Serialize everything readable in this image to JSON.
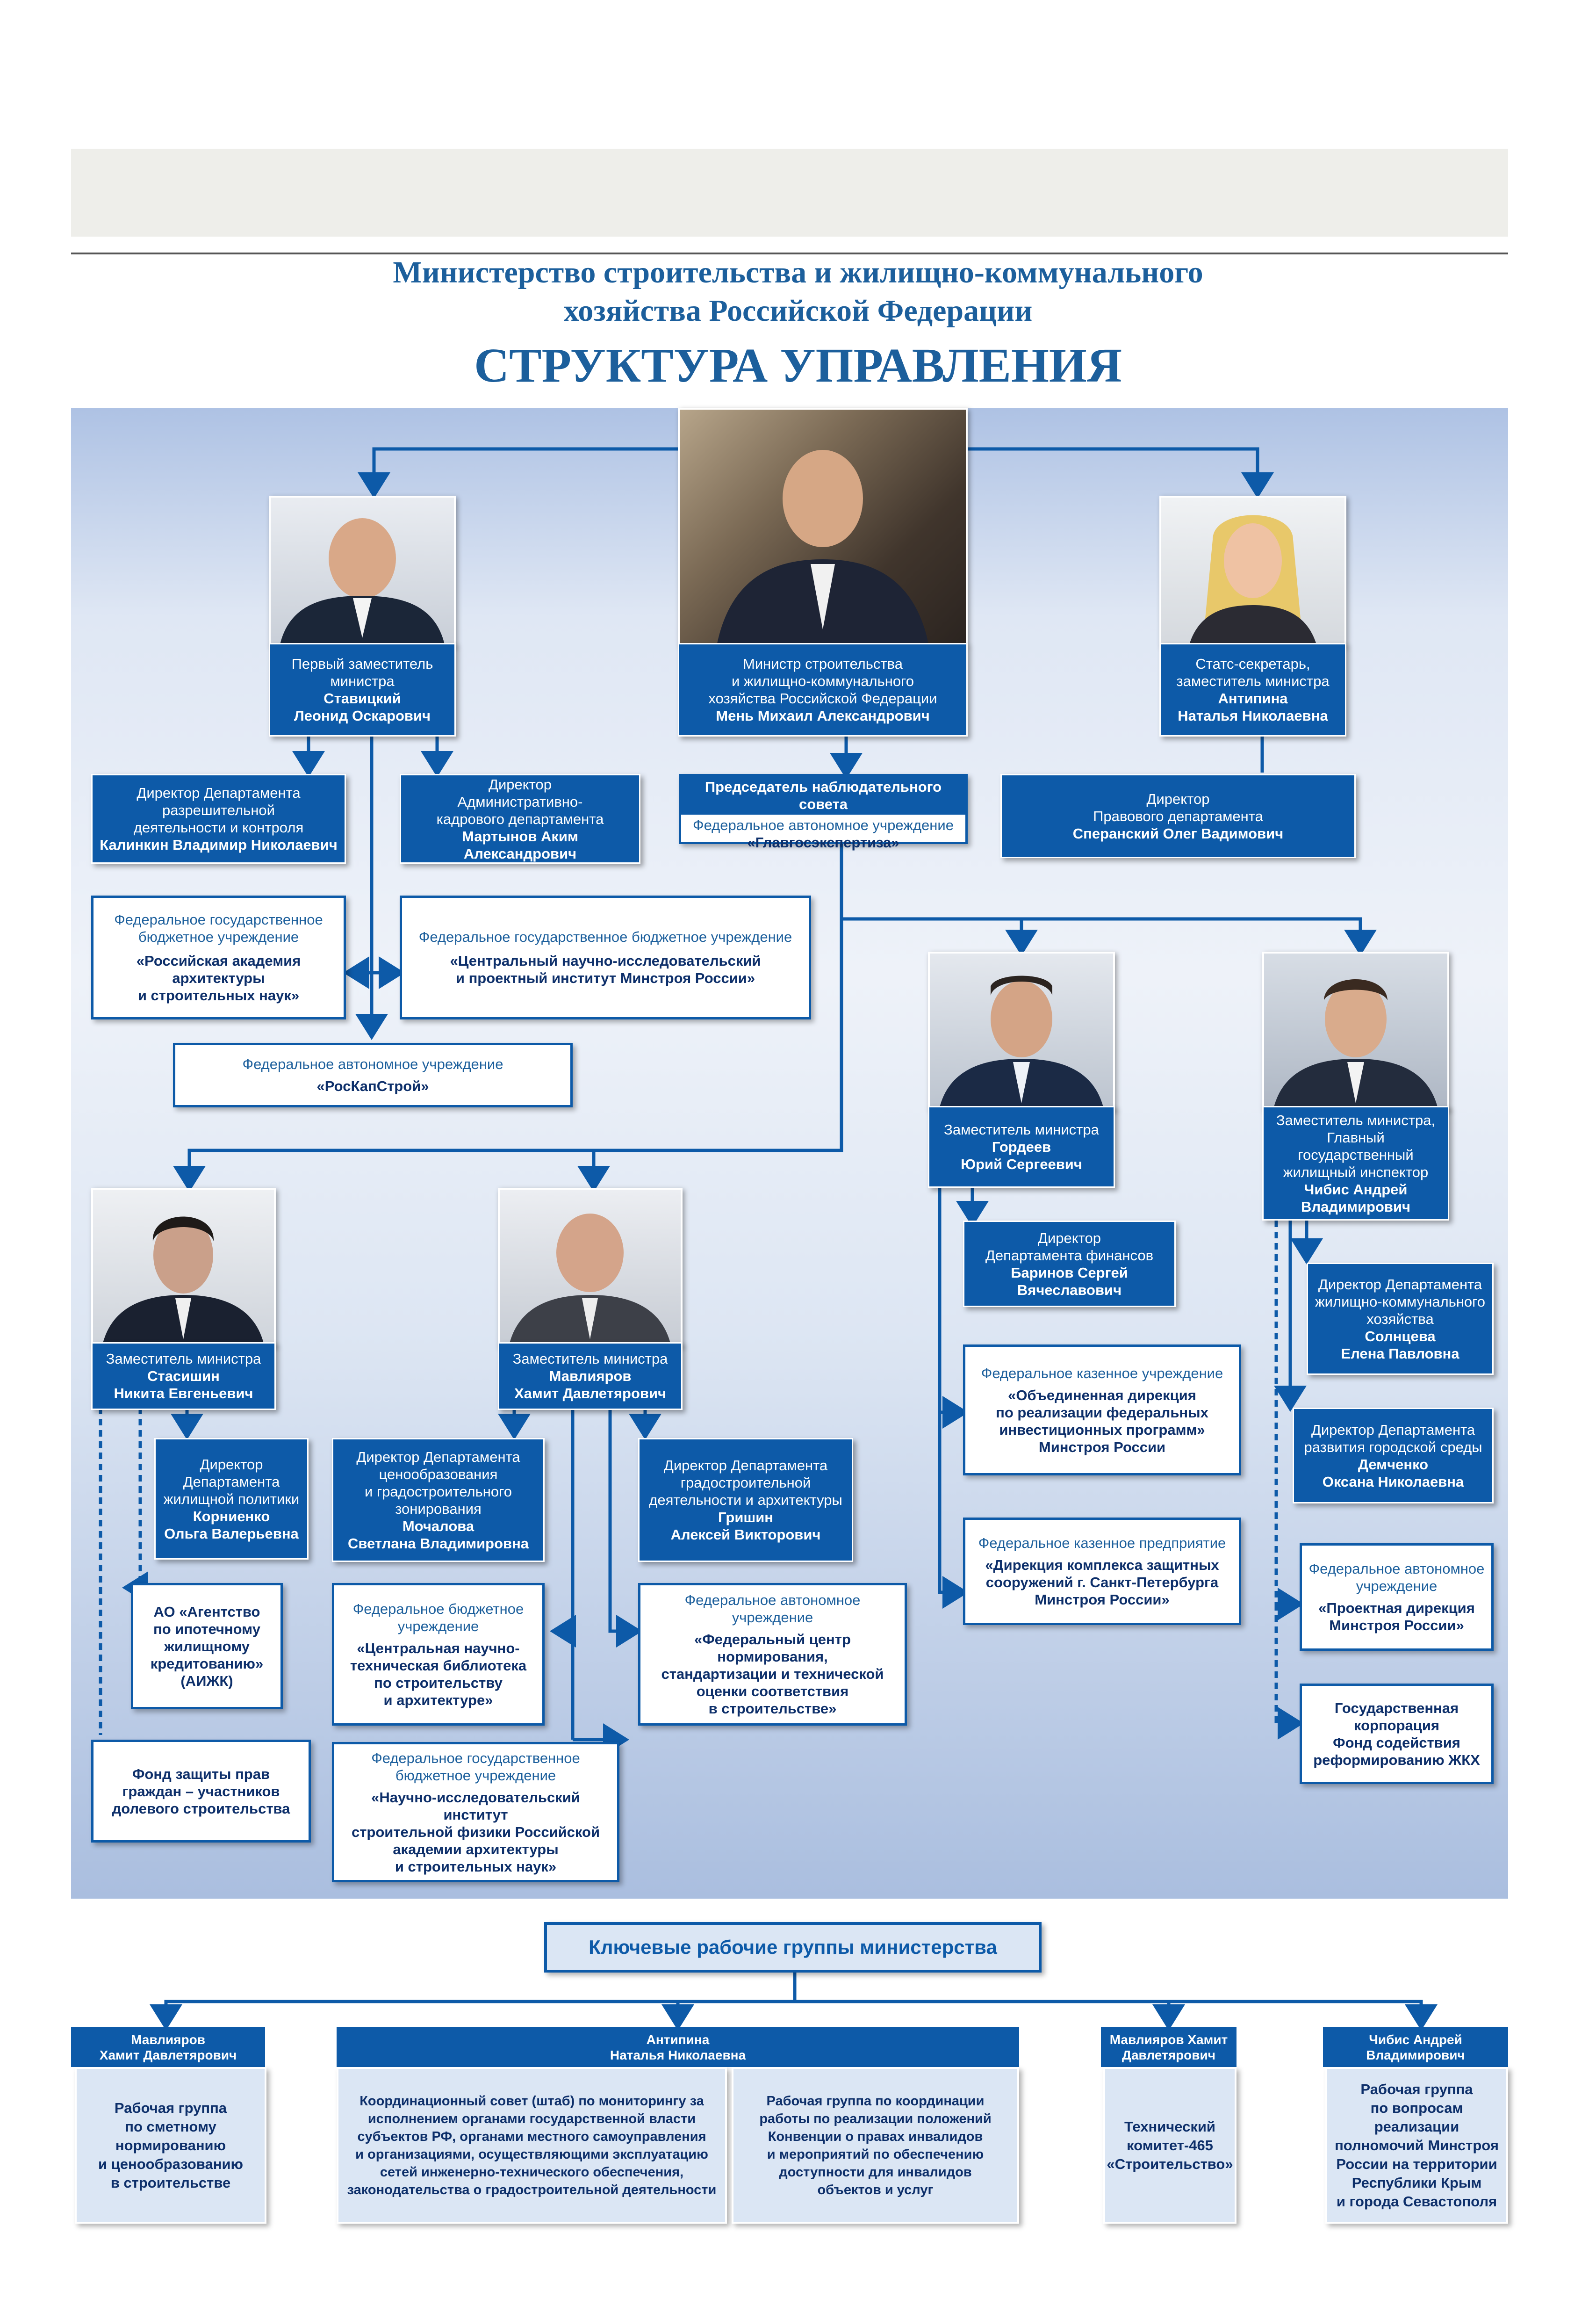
{
  "header": {
    "ministry": "Министерство строительства и жилищно-коммунального\nхозяйства Российской Федерации",
    "title": "СТРУКТУРА УПРАВЛЕНИЯ"
  },
  "minister": {
    "role": "Министр строительства\nи жилищно-коммунального\nхозяйства Российской Федерации",
    "name": "Мень Михаил Александрович"
  },
  "first_deputy": {
    "role": "Первый заместитель\nминистра",
    "name": "Ставицкий\nЛеонид Оскарович"
  },
  "state_secretary": {
    "role": "Статс-секретарь,\nзаместитель министра",
    "name": "Антипина\nНаталья Николаевна"
  },
  "boxes": {
    "dep_permit": {
      "role": "Директор Департамента\nразрешительной\nдеятельности и контроля",
      "name": "Калинкин Владимир Николаевич"
    },
    "dep_admin": {
      "role": "Директор\nАдминистративно-\nкадрового департамента",
      "name": "Мартынов Аким Александрович"
    },
    "glavgos": {
      "head": "Председатель наблюдательного совета",
      "role": "Федеральное автономное учреждение",
      "name": "«Главгосэкспертиза»"
    },
    "dep_legal": {
      "role": "Директор\nПравового департамента",
      "name": "Сперанский Олег Вадимович"
    },
    "raasn": {
      "role": "Федеральное государственное\nбюджетное учреждение",
      "name": "«Российская академия\nархитектуры\nи строительных наук»"
    },
    "tsniip": {
      "role": "Федеральное государственное бюджетное учреждение",
      "name": "«Центральный научно-исследовательский\nи проектный институт Минстроя России»"
    },
    "roskapstroy": {
      "role": "Федеральное автономное учреждение",
      "name": "«РосКапСтрой»"
    },
    "dep_finance": {
      "role": "Директор\nДепартамента финансов",
      "name": "Баринов Сергей\nВячеславович"
    },
    "odfip": {
      "role": "Федеральное казенное учреждение",
      "name": "«Объединенная дирекция\nпо реализации федеральных\nинвестиционных программ»\nМинстроя России"
    },
    "dkzs": {
      "role": "Федеральное казенное предприятие",
      "name": "«Дирекция комплекса защитных\nсооружений г. Санкт-Петербурга\nМинстроя России»"
    },
    "dep_housing": {
      "role": "Директор Департамента\nжилищно-коммунального\nхозяйства",
      "name": "Солнцева\nЕлена Павловна"
    },
    "dep_urban": {
      "role": "Директор Департамента\nразвития городской среды",
      "name": "Демченко\nОксана Николаевна"
    },
    "proj_dir": {
      "role": "Федеральное автономное\nучреждение",
      "name": "«Проектная дирекция\nМинстроя России»"
    },
    "gk_fund": {
      "name": "Государственная\nкорпорация\nФонд содействия\nреформированию ЖКХ"
    },
    "dep_housing_policy": {
      "role": "Директор\nДепартамента\nжилищной политики",
      "name": "Корниенко\nОльга Валерьевна"
    },
    "aizhk": {
      "name": "АО «Агентство\nпо ипотечному\nжилищному\nкредитованию»\n(АИЖК)"
    },
    "fund_shareholders": {
      "name": "Фонд защиты прав\nграждан – участников\nдолевого строительства"
    },
    "dep_pricing": {
      "role": "Директор Департамента\nценообразования\nи градостроительного\nзонирования",
      "name": "Мочалова\nСветлана Владимировна"
    },
    "dep_urban_arch": {
      "role": "Директор Департамента\nградостроительной\nдеятельности и архитектуры",
      "name": "Гришин\nАлексей Викторович"
    },
    "library": {
      "role": "Федеральное бюджетное\nучреждение",
      "name": "«Центральная научно-\nтехническая библиотека\nпо строительству\nи архитектуре»"
    },
    "fcs": {
      "role": "Федеральное автономное\nучреждение",
      "name": "«Федеральный центр нормирования,\nстандартизации и технической\nоценки соответствия\nв строительстве»"
    },
    "niisf": {
      "role": "Федеральное государственное\nбюджетное учреждение",
      "name": "«Научно-исследовательский институт\nстроительной физики Российской\nакадемии архитектуры\nи строительных наук»"
    }
  },
  "deputies": {
    "gordeev": {
      "role": "Заместитель министра",
      "name": "Гордеев\nЮрий Сергеевич"
    },
    "chibis": {
      "role": "Заместитель министра,\nГлавный государственный\nжилищный инспектор",
      "name": "Чибис Андрей\nВладимирович"
    },
    "stasishin": {
      "role": "Заместитель министра",
      "name": "Стасишин\nНикита  Евгеньевич"
    },
    "mavliyarov": {
      "role": "Заместитель министра",
      "name": "Мавлияров\nХамит Давлетярович"
    }
  },
  "working_groups": {
    "title": "Ключевые рабочие группы министерства",
    "groups": [
      {
        "head": "Мавлияров\nХамит Давлетярович",
        "items": [
          "Рабочая группа\nпо сметному\nнормированию\nи ценообразованию\nв строительстве"
        ]
      },
      {
        "head": "Антипина\nНаталья Николаевна",
        "items": [
          "Координационный совет (штаб) по мониторингу за\nисполнением органами государственной власти\nсубъектов РФ, органами местного самоуправления\nи организациями, осуществляющими эксплуатацию\nсетей инженерно-технического обеспечения,\nзаконодательства о градостроительной деятельности",
          "Рабочая группа по координации\nработы по реализации положений\nКонвенции о правах инвалидов\nи мероприятий по обеспечению\nдоступности для инвалидов\nобъектов и услуг"
        ]
      },
      {
        "head": "Мавлияров Хамит\nДавлетярович",
        "items": [
          "Технический\nкомитет-465\n«Строительство»"
        ]
      },
      {
        "head": "Чибис Андрей\nВладимирович",
        "items": [
          "Рабочая группа\nпо вопросам реализации\nполномочий Минстроя\nРоссии на территории\nРеспублики Крым\nи города Севастополя"
        ]
      }
    ]
  },
  "colors": {
    "accent": "#0d5aa8",
    "title": "#1c5f9c",
    "dark_text": "#0d2f6a",
    "panel_top": "#aec2e4",
    "panel_bottom": "#aabedf"
  }
}
